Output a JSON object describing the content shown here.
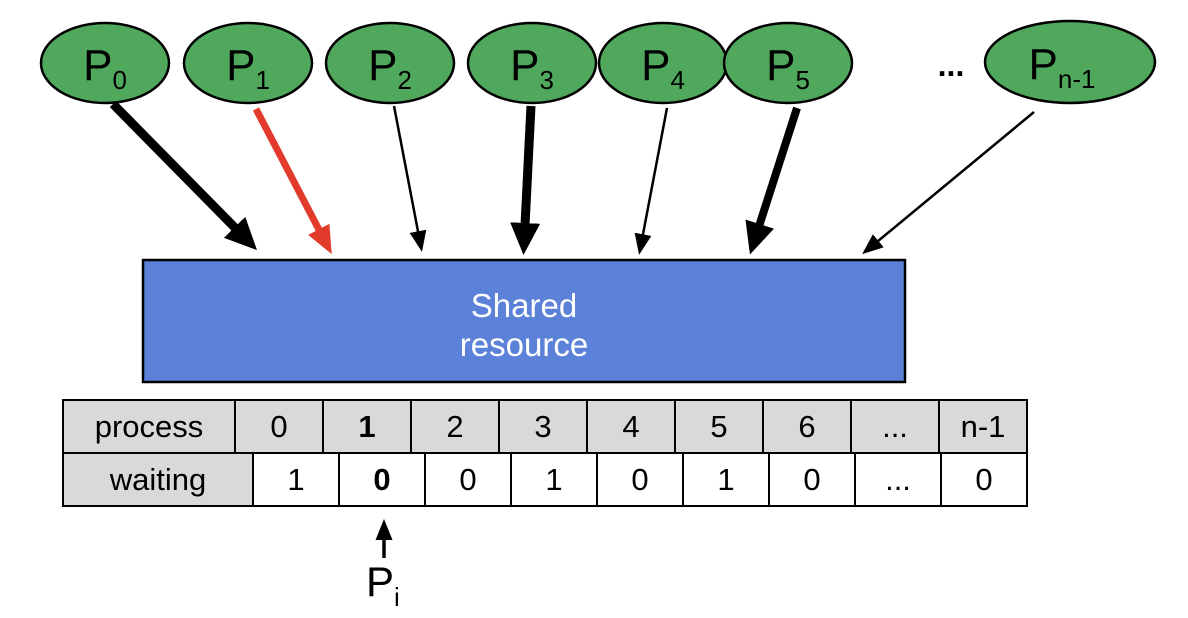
{
  "diagram": {
    "processes": [
      {
        "base": "P",
        "sub": "0"
      },
      {
        "base": "P",
        "sub": "1"
      },
      {
        "base": "P",
        "sub": "2"
      },
      {
        "base": "P",
        "sub": "3"
      },
      {
        "base": "P",
        "sub": "4"
      },
      {
        "base": "P",
        "sub": "5"
      },
      {
        "base": "P",
        "sub": "n-1"
      }
    ],
    "ellipsis": "...",
    "resource": {
      "line1": "Shared",
      "line2": "resource"
    },
    "pointer": {
      "base": "P",
      "sub": "i"
    }
  },
  "table": {
    "row_headers": [
      "process",
      "waiting"
    ],
    "process_row": [
      "0",
      "1",
      "2",
      "3",
      "4",
      "5",
      "6",
      "...",
      "n-1"
    ],
    "waiting_row": [
      "1",
      "0",
      "0",
      "1",
      "0",
      "1",
      "0",
      "...",
      "0"
    ],
    "emphasized_column_index": 1
  },
  "colors": {
    "process_fill": "#4fa85c",
    "resource_fill": "#5b81d8",
    "arrow_red": "#e23b2c",
    "arrow_black": "#000000",
    "table_header_bg": "#d9d9d9",
    "outline": "#000000"
  }
}
